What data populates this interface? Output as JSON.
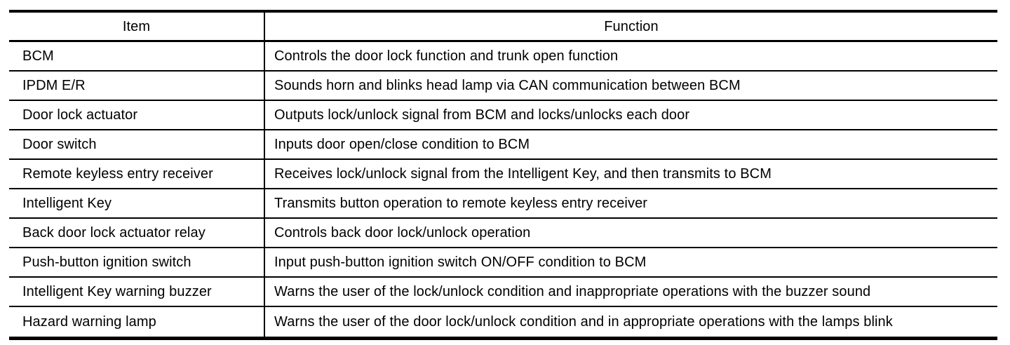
{
  "table": {
    "headers": {
      "item": "Item",
      "function": "Function"
    },
    "rows": [
      {
        "item": "BCM",
        "function": "Controls the door lock function and trunk open function"
      },
      {
        "item": "IPDM E/R",
        "function": "Sounds horn and blinks head lamp via CAN communication between BCM"
      },
      {
        "item": "Door lock actuator",
        "function": "Outputs lock/unlock signal from BCM and locks/unlocks each door"
      },
      {
        "item": "Door switch",
        "function": "Inputs door open/close condition to BCM"
      },
      {
        "item": "Remote keyless entry receiver",
        "function": "Receives lock/unlock signal from the Intelligent Key, and then transmits to BCM"
      },
      {
        "item": "Intelligent Key",
        "function": "Transmits button operation to remote keyless entry receiver"
      },
      {
        "item": "Back door lock actuator relay",
        "function": "Controls back door lock/unlock operation"
      },
      {
        "item": "Push-button ignition switch",
        "function": "Input push-button ignition switch ON/OFF condition to BCM"
      },
      {
        "item": "Intelligent Key warning buzzer",
        "function": "Warns the user of the lock/unlock condition and inappropriate operations with the buzzer sound"
      },
      {
        "item": "Hazard warning lamp",
        "function": "Warns the user of the door lock/unlock condition and in appropriate operations with the lamps blink"
      }
    ],
    "colors": {
      "border": "#000000",
      "text": "#000000",
      "background": "#ffffff"
    }
  }
}
